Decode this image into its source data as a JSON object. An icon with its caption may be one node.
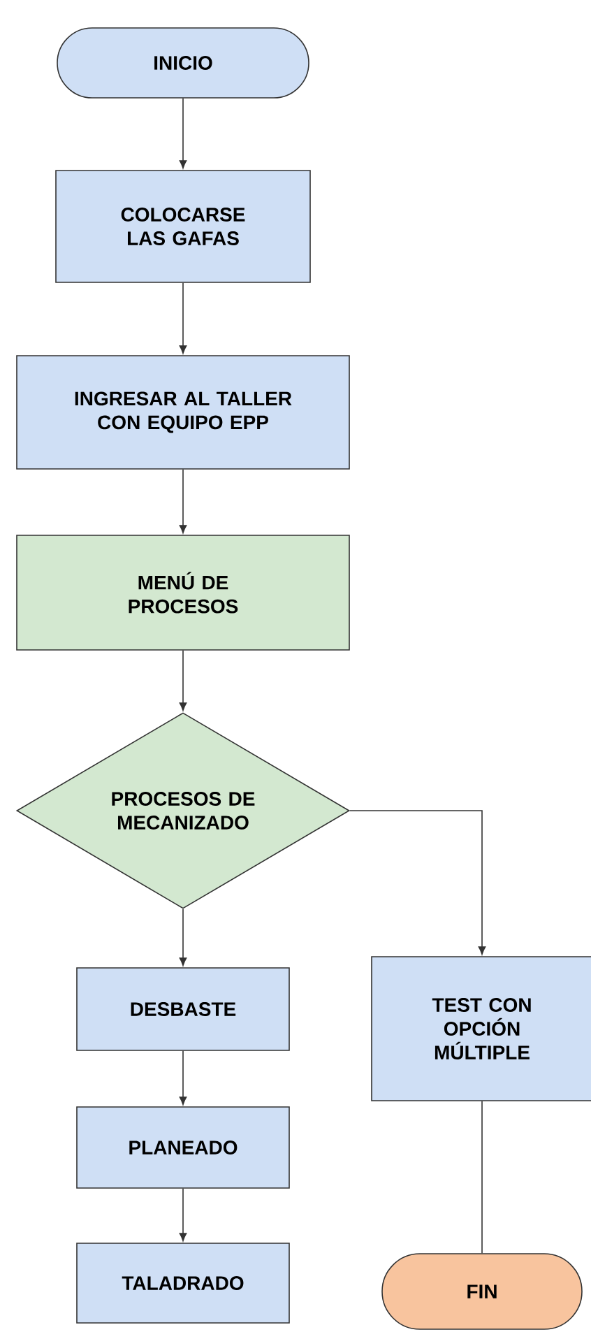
{
  "diagram": {
    "nodes": [
      {
        "text": [
          "INICIO"
        ]
      },
      {
        "text": [
          "COLOCARSE LAS GAFAS"
        ]
      },
      {
        "text": [
          "INGRESAR AL TALLER CON EQUIPO EPP"
        ]
      },
      {
        "text": [
          "MENÚ DE PROCESOS"
        ]
      },
      {
        "text": [
          "PROCESOS DE MECANIZADO"
        ]
      },
      {
        "text": [
          "DESBASTE"
        ]
      },
      {
        "text": [
          "PLANEADO"
        ]
      },
      {
        "text": [
          "TALADRADO"
        ]
      },
      {
        "text": [
          "TEST CON OPCIÓN MÚLTIPLE"
        ]
      },
      {
        "text": [
          "FIN"
        ]
      }
    ],
    "edges": [
      {
        "from": 0,
        "to": 1,
        "arrow": "to"
      },
      {
        "from": 1,
        "to": 2,
        "arrow": "to"
      },
      {
        "from": 2,
        "to": 3,
        "arrow": "to"
      },
      {
        "from": 3,
        "to": 4,
        "arrow": "to"
      },
      {
        "from": 4,
        "to": 5,
        "arrow": "to"
      },
      {
        "from": 4,
        "to": 8,
        "arrow": "to"
      },
      {
        "from": 8,
        "to": 9,
        "arrow": "none"
      },
      {
        "from": 5,
        "to": 6,
        "arrow": "to"
      },
      {
        "from": 6,
        "to": 7,
        "arrow": "to"
      }
    ]
  }
}
